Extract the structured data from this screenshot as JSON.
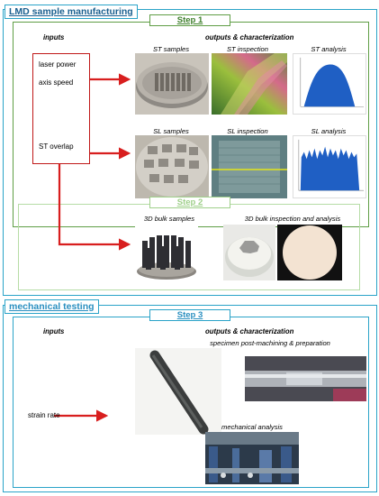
{
  "section1": {
    "title": "LMD sample manufacturing",
    "step1": {
      "label": "Step 1",
      "inputs_header": "inputs",
      "outputs_header": "outputs & characterization",
      "inputs": [
        "laser power",
        "axis speed",
        "ST overlap"
      ],
      "st_samples": "ST samples",
      "st_inspection": "ST inspection",
      "st_analysis": "ST analysis",
      "sl_samples": "SL samples",
      "sl_inspection": "SL inspection",
      "sl_analysis": "SL analysis"
    },
    "step2": {
      "label": "Step 2",
      "bulk_samples": "3D bulk samples",
      "bulk_inspection": "3D bulk inspection and analysis"
    }
  },
  "section2": {
    "title": "mechanical testing",
    "step3": {
      "label": "Step 3",
      "inputs_header": "inputs",
      "outputs_header": "outputs & characterization",
      "input": "strain rate",
      "post_machining": "specimen post-machining & preparation",
      "mechanical_analysis": "mechanical analysis"
    }
  },
  "colors": {
    "frame_blue": "#2aa3c8",
    "step_green": "#5f9e45",
    "step2_green": "#9fd08a",
    "step3_blue": "#2aa3c8",
    "arrow_red": "#d81e1e",
    "analysis_blue": "#1f5fc4"
  }
}
